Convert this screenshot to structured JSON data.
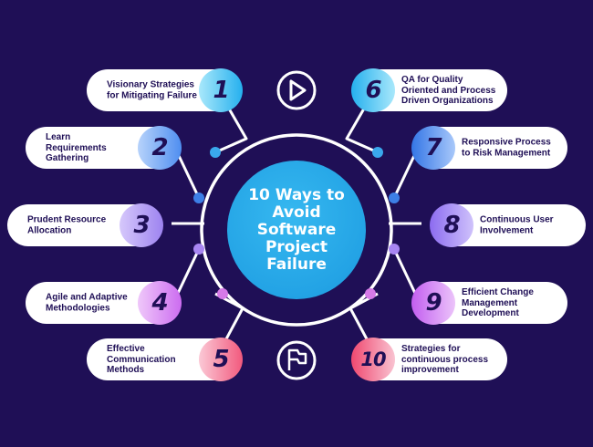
{
  "title": "10 Ways to Avoid Software Project Failure",
  "icons": {
    "top": "play-icon",
    "bottom": "flag-icon"
  },
  "items": [
    {
      "num": "1",
      "label": "Visionary Strategies for Mitigating Failure",
      "color_from": "#a9e8fb",
      "color_to": "#25b0ee"
    },
    {
      "num": "2",
      "label": "Learn Requirements Gathering",
      "color_from": "#b7d3fb",
      "color_to": "#4f8ef0"
    },
    {
      "num": "3",
      "label": "Prudent Resource Allocation",
      "color_from": "#d6c8fb",
      "color_to": "#9d83f0"
    },
    {
      "num": "4",
      "label": "Agile and Adaptive Methodologies",
      "color_from": "#efc8fa",
      "color_to": "#cc6cf0"
    },
    {
      "num": "5",
      "label": "Effective Communication Methods",
      "color_from": "#fbc9d6",
      "color_to": "#f2597d"
    },
    {
      "num": "6",
      "label": "QA for Quality Oriented and Process Driven Organizations",
      "color_from": "#25b0ee",
      "color_to": "#a9e8fb"
    },
    {
      "num": "7",
      "label": "Responsive Process to Risk Management",
      "color_from": "#3476e6",
      "color_to": "#a8c8fa"
    },
    {
      "num": "8",
      "label": "Continuous User Involvement",
      "color_from": "#8c6cf0",
      "color_to": "#cfc2fb"
    },
    {
      "num": "9",
      "label": "Efficient Change Management Development",
      "color_from": "#c25ef0",
      "color_to": "#ecc4fa"
    },
    {
      "num": "10",
      "label": "Strategies for continuous process improvement",
      "color_from": "#f04870",
      "color_to": "#f9c3d1"
    }
  ],
  "colors": {
    "background": "#1f0f56",
    "center": "#1b9ae0",
    "dot_blue": "#3aa8ec",
    "dot_purple": "#a886f2",
    "dot_pink": "#d67ae8"
  }
}
